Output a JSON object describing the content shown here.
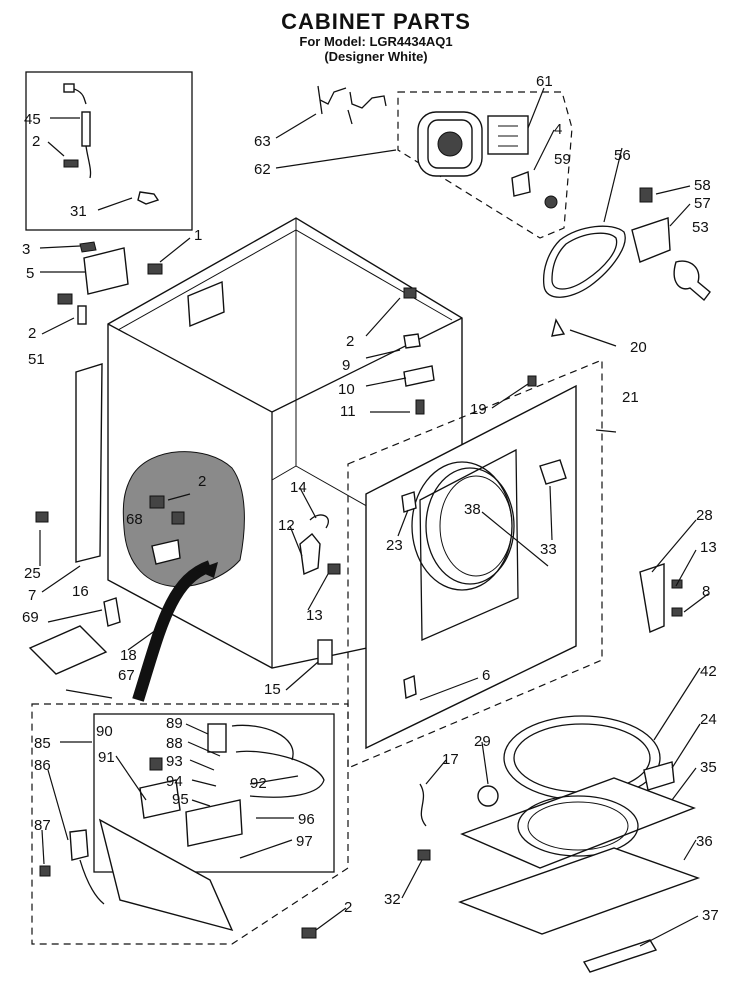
{
  "header": {
    "title": "CABINET PARTS",
    "model_line": "For Model: LGR4434AQ1",
    "color_line": "(Designer White)"
  },
  "callouts": [
    "45",
    "2",
    "31",
    "3",
    "1",
    "5",
    "2",
    "51",
    "63",
    "62",
    "61",
    "4",
    "59",
    "56",
    "58",
    "57",
    "53",
    "2",
    "9",
    "10",
    "11",
    "19",
    "21",
    "20",
    "25",
    "7",
    "2",
    "68",
    "14",
    "12",
    "13",
    "16",
    "69",
    "18",
    "15",
    "67",
    "23",
    "38",
    "33",
    "28",
    "13",
    "8",
    "6",
    "85",
    "90",
    "91",
    "89",
    "88",
    "93",
    "94",
    "95",
    "92",
    "96",
    "97",
    "86",
    "87",
    "2",
    "42",
    "24",
    "35",
    "17",
    "29",
    "36",
    "32",
    "37"
  ]
}
